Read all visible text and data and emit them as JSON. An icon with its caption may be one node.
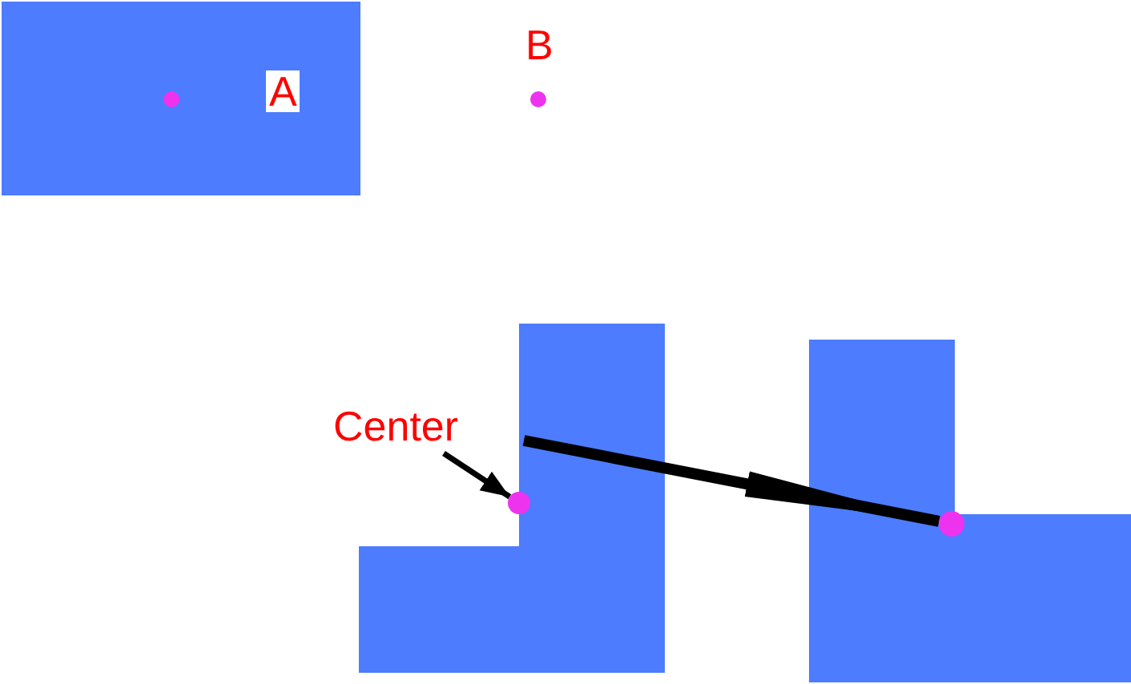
{
  "diagram": {
    "nodes": [
      {
        "text": [],
        "shape": "box"
      },
      {
        "text": [],
        "shape": "circle",
        "in": 0,
        "beside": [
          "A"
        ]
      },
      {
        "text": [],
        "shape": "circle",
        "beside": [
          "B"
        ]
      },
      {
        "text": [
          "Center"
        ]
      },
      {
        "text": [],
        "shape": "circle"
      },
      {
        "text": [],
        "shape": "box"
      },
      {
        "text": [],
        "shape": "box"
      },
      {
        "text": [],
        "shape": "circle",
        "in": 6
      }
    ],
    "edges": [
      {
        "from": 3,
        "to": 4,
        "arrow": "to"
      },
      {
        "from": 5,
        "to": 7,
        "arrow": "to",
        "style": "thick"
      }
    ]
  }
}
